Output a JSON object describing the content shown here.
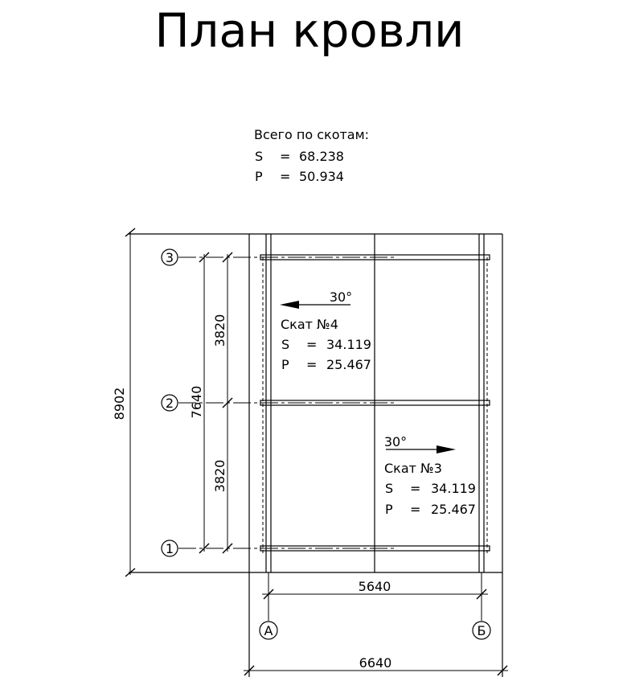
{
  "title": "План кровли",
  "totals": {
    "heading": "Всего по скотам:",
    "s_label": "S",
    "s_eq": "=",
    "s_value": "68.238",
    "p_label": "P",
    "p_eq": "=",
    "p_value": "50.934"
  },
  "slopes": [
    {
      "angle": "30°",
      "name": "Скат №4",
      "s_label": "S",
      "eq": "=",
      "s_value": "34.119",
      "p_label": "P",
      "p_value": "25.467"
    },
    {
      "angle": "30°",
      "name": "Скат №3",
      "s_label": "S",
      "eq": "=",
      "s_value": "34.119",
      "p_label": "P",
      "p_value": "25.467"
    }
  ],
  "axes": {
    "rows": [
      "3",
      "2",
      "1"
    ],
    "cols": [
      "А",
      "Б"
    ]
  },
  "dimensions": {
    "overall_vertical": "8902",
    "inner_vertical": "7640",
    "span_upper": "3820",
    "span_lower": "3820",
    "inner_horizontal": "5640",
    "overall_horizontal": "6640"
  }
}
